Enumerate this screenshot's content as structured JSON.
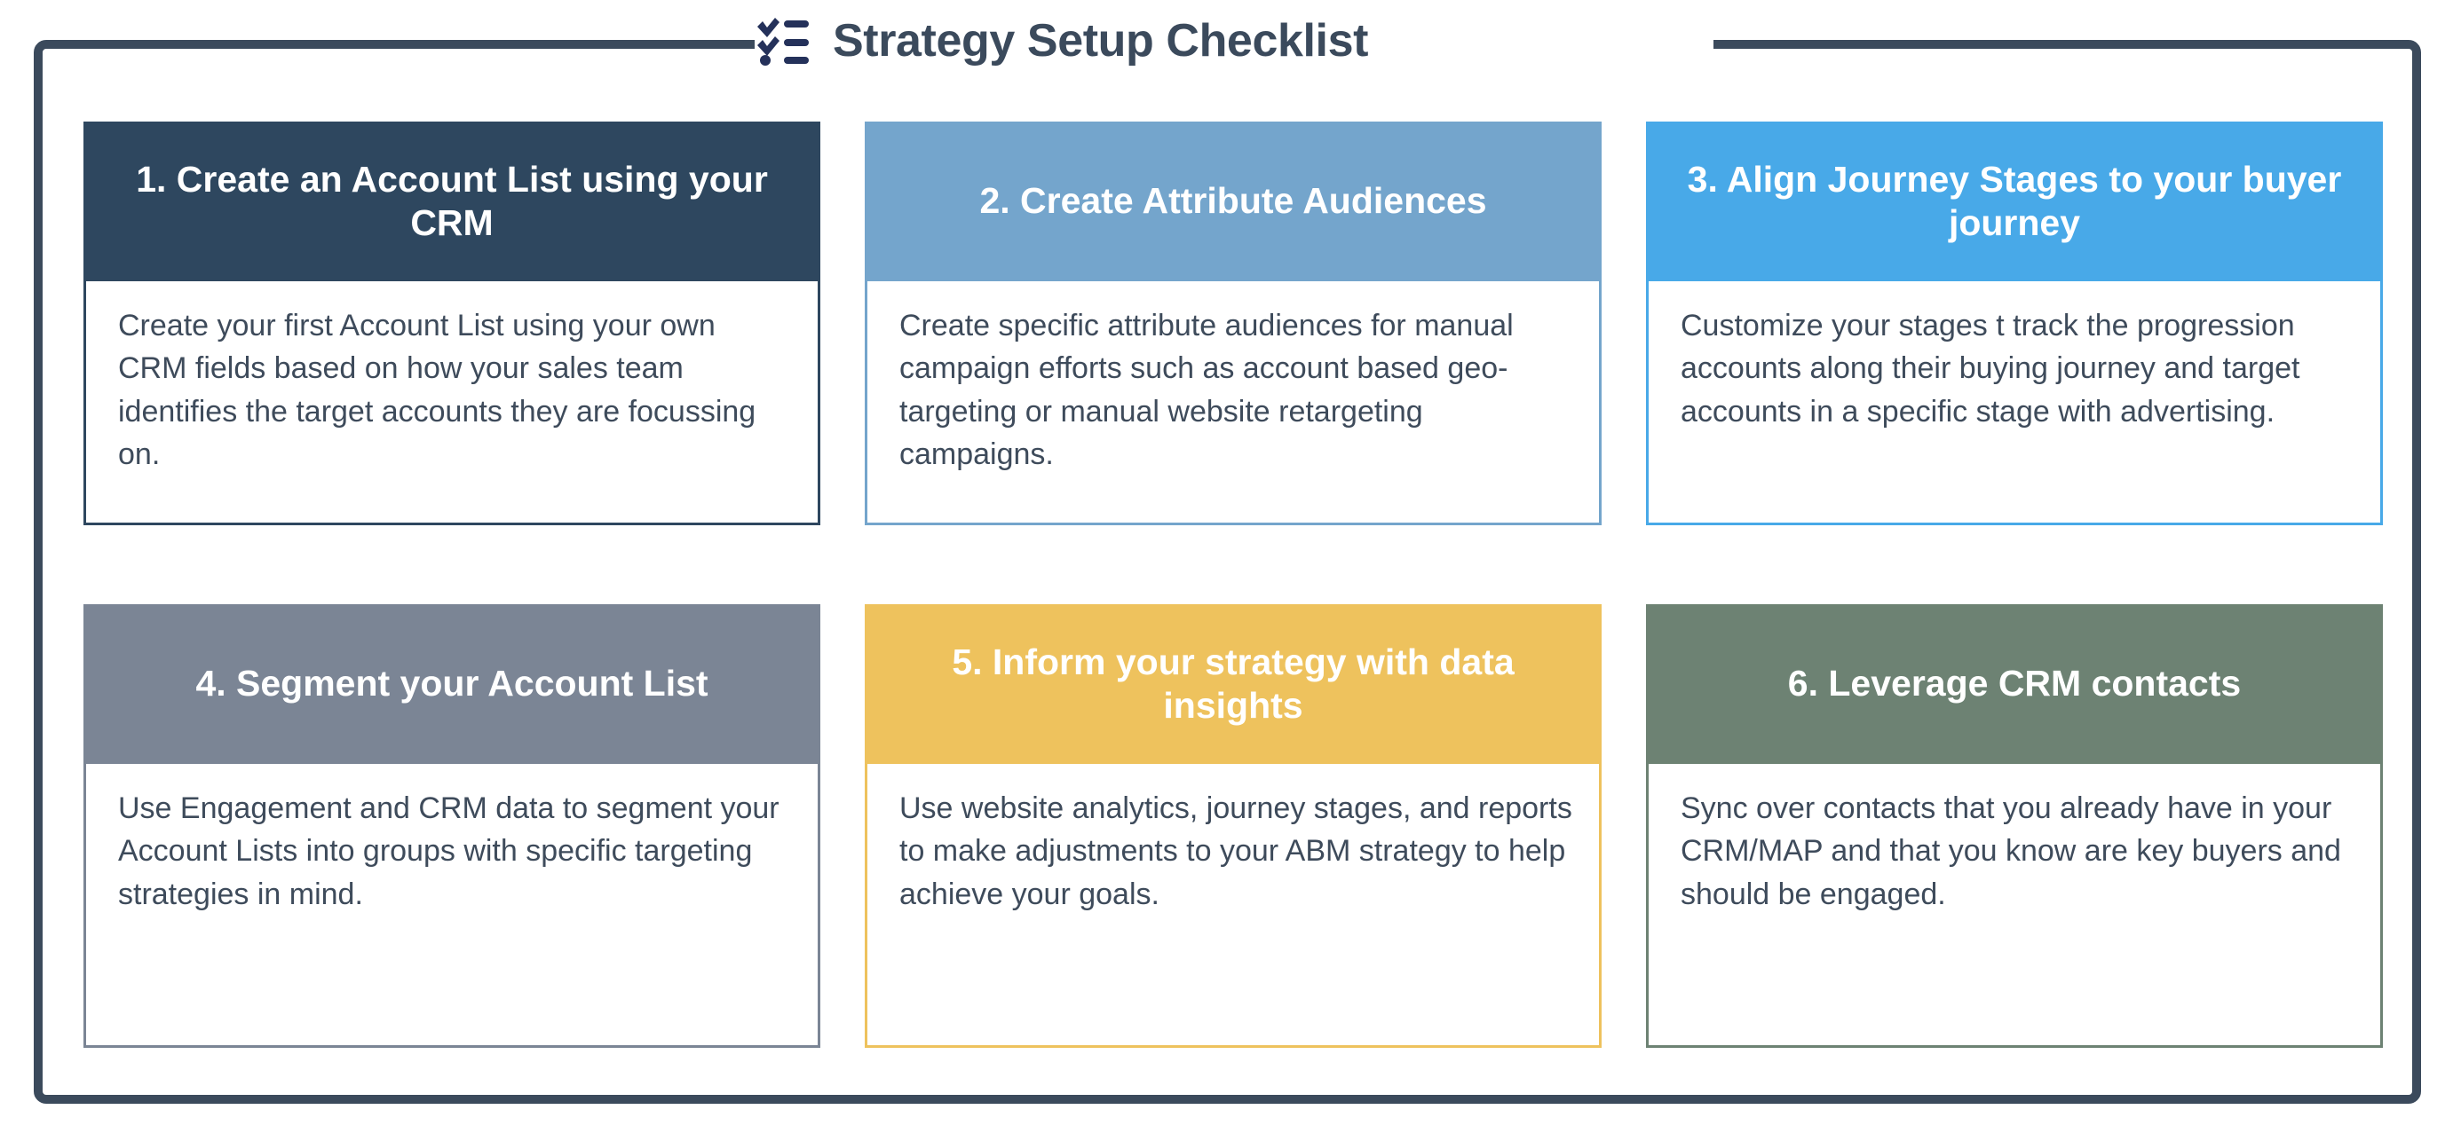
{
  "header": {
    "title": "Strategy Setup Checklist",
    "icon": "checklist-icon",
    "icon_color": "#24315a",
    "title_color": "#3b4a5c"
  },
  "frame": {
    "border_color": "#3b4a5c",
    "background": "#ffffff"
  },
  "cards": [
    {
      "number": "1.",
      "title": "1. Create an Account List using your CRM",
      "body": "Create your first Account List using your own CRM fields based on how your sales team identifies the target accounts they are focussing on.",
      "header_color": "#2e475f",
      "border_color": "#2e475f",
      "title_text_color": "#ffffff"
    },
    {
      "number": "2.",
      "title": "2. Create Attribute Audiences",
      "body": "Create specific attribute audiences for manual campaign efforts such as account based geo-targeting or manual website retargeting campaigns.",
      "header_color": "#74a5cc",
      "border_color": "#74a5cc",
      "title_text_color": "#ffffff"
    },
    {
      "number": "3.",
      "title": "3. Align Journey Stages to your buyer journey",
      "body": "Customize your stages t track the progression accounts along their buying journey and target accounts in a specific stage with advertising.",
      "header_color": "#48a9e8",
      "border_color": "#48a9e8",
      "title_text_color": "#ffffff"
    },
    {
      "number": "4.",
      "title": "4. Segment your Account List",
      "body": "Use Engagement and CRM data to segment your Account Lists into groups with specific targeting strategies in mind.",
      "header_color": "#7b8595",
      "border_color": "#7b8595",
      "title_text_color": "#ffffff"
    },
    {
      "number": "5.",
      "title": "5. Inform your strategy with data insights",
      "body": "Use website analytics, journey stages, and reports to make adjustments to your ABM strategy to help achieve your goals.",
      "header_color": "#eec25d",
      "border_color": "#eec25d",
      "title_text_color": "#ffffff"
    },
    {
      "number": "6.",
      "title": "6. Leverage CRM contacts",
      "body": "Sync over contacts that you already have in your CRM/MAP and that you know are key buyers and should be engaged.",
      "header_color": "#6d8273",
      "border_color": "#6d8273",
      "title_text_color": "#ffffff"
    }
  ]
}
